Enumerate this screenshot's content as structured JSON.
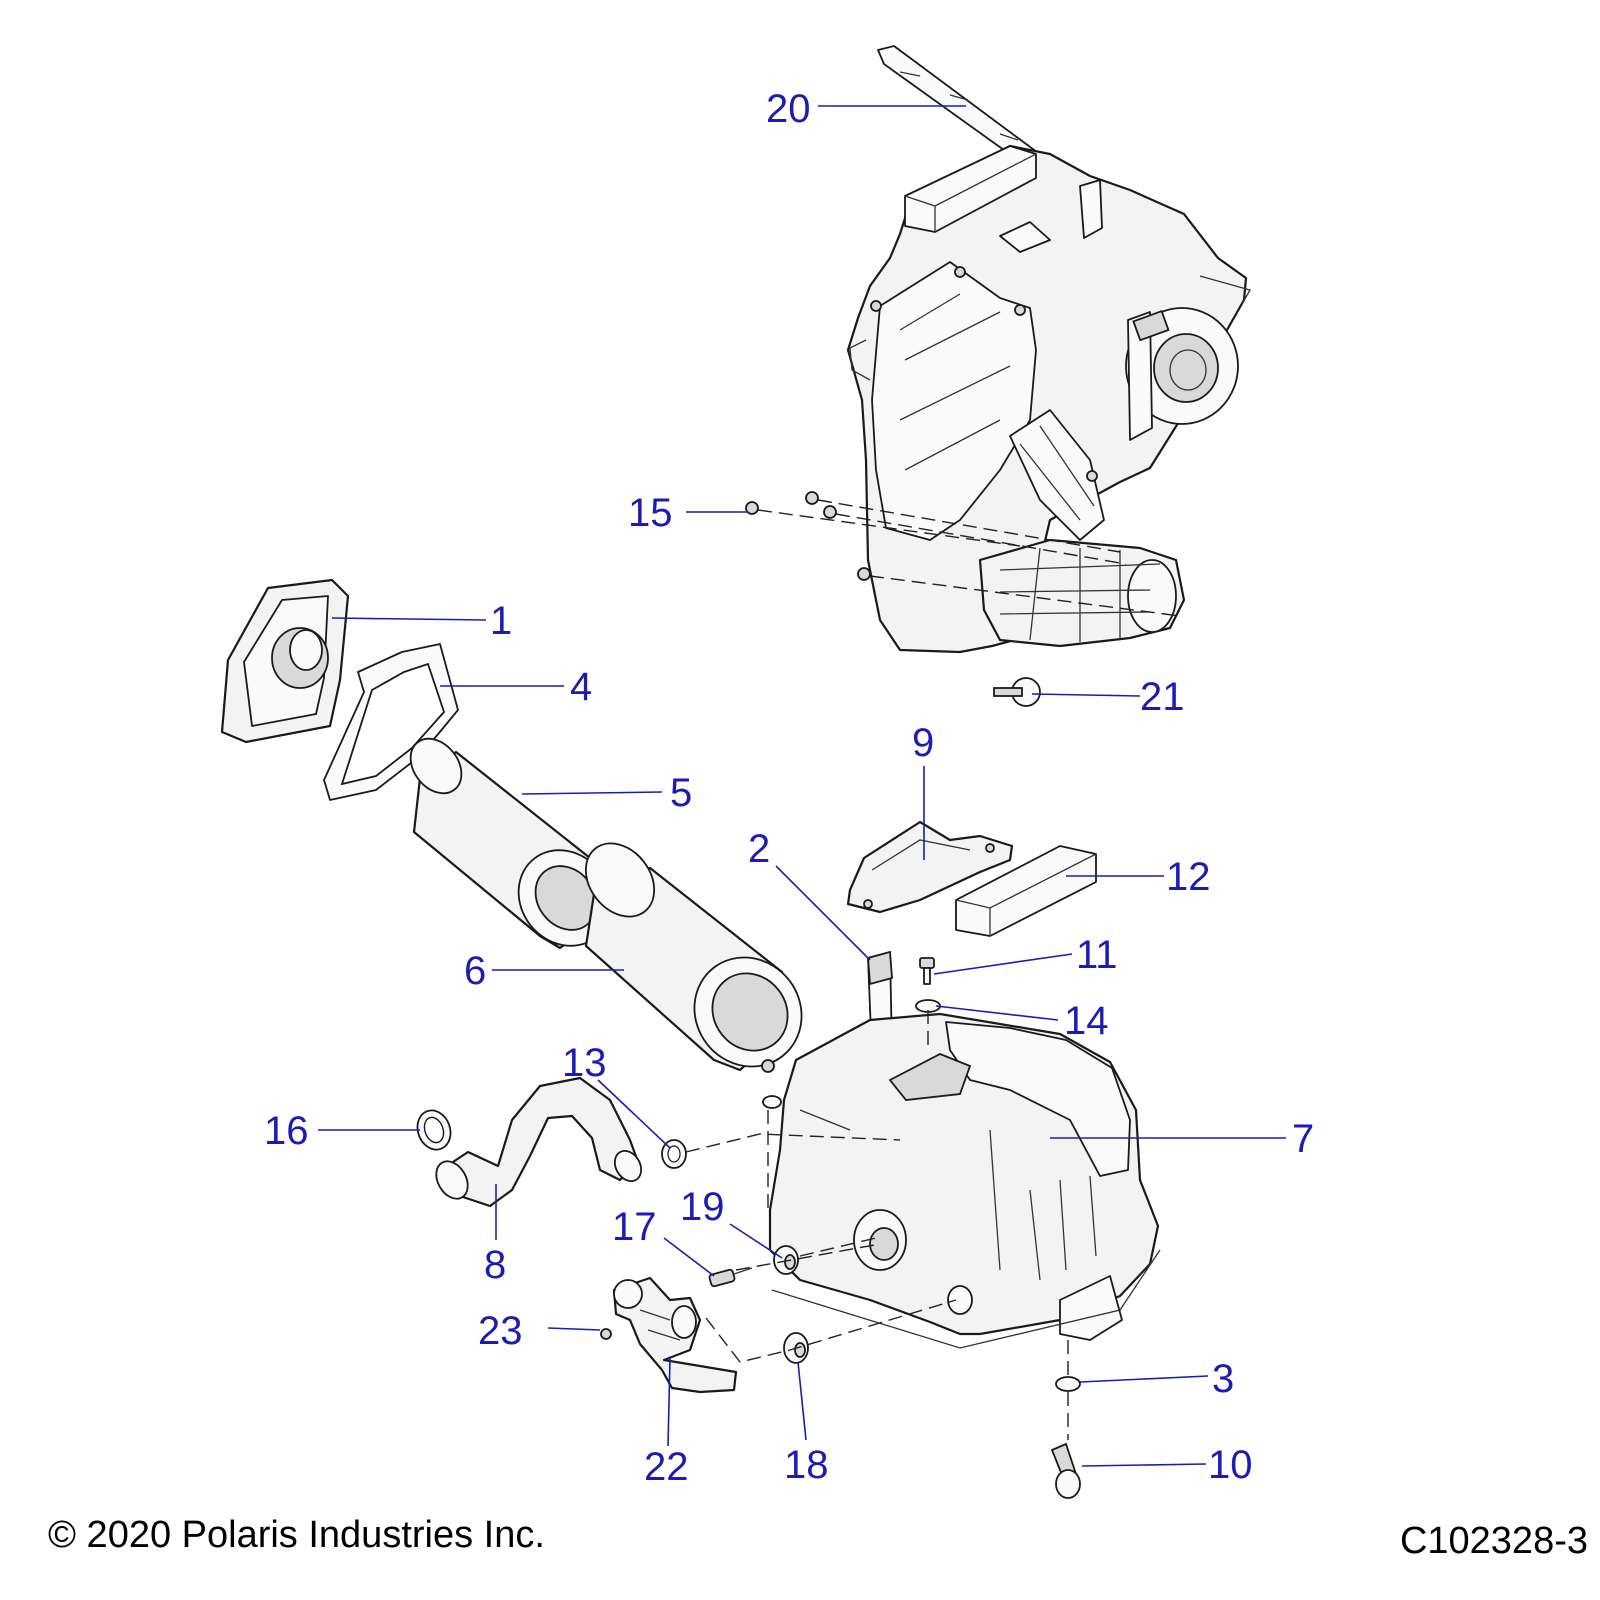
{
  "callouts": [
    {
      "id": "1",
      "label": "1"
    },
    {
      "id": "2",
      "label": "2"
    },
    {
      "id": "3",
      "label": "3"
    },
    {
      "id": "4",
      "label": "4"
    },
    {
      "id": "5",
      "label": "5"
    },
    {
      "id": "6",
      "label": "6"
    },
    {
      "id": "7",
      "label": "7"
    },
    {
      "id": "8",
      "label": "8"
    },
    {
      "id": "9",
      "label": "9"
    },
    {
      "id": "10",
      "label": "10"
    },
    {
      "id": "11",
      "label": "11"
    },
    {
      "id": "12",
      "label": "12"
    },
    {
      "id": "13",
      "label": "13"
    },
    {
      "id": "14",
      "label": "14"
    },
    {
      "id": "15",
      "label": "15"
    },
    {
      "id": "16",
      "label": "16"
    },
    {
      "id": "17",
      "label": "17"
    },
    {
      "id": "18",
      "label": "18"
    },
    {
      "id": "19",
      "label": "19"
    },
    {
      "id": "20",
      "label": "20"
    },
    {
      "id": "21",
      "label": "21"
    },
    {
      "id": "22",
      "label": "22"
    },
    {
      "id": "23",
      "label": "23"
    }
  ],
  "footer": {
    "copyright": "© 2020 Polaris Industries Inc.",
    "code": "C102328-3"
  },
  "colors": {
    "callout": "#1c1cb4",
    "outline": "#1a1a1a",
    "part_fill": "#f3f3f3"
  }
}
